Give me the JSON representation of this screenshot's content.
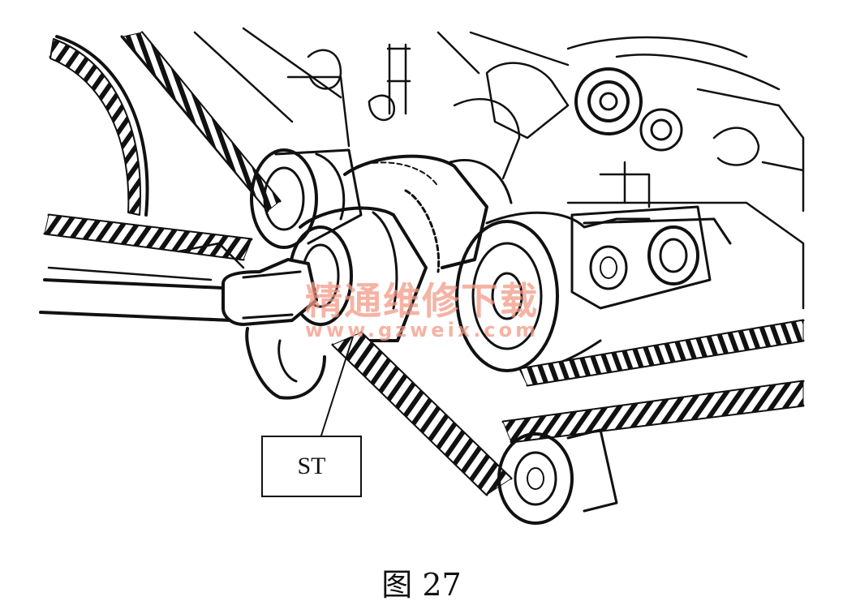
{
  "figure": {
    "callout_label": "ST",
    "caption": "图 27"
  },
  "watermark": {
    "text": "精通维修下载",
    "url": "www.gzweix.com",
    "color": "#f29a86"
  },
  "colors": {
    "line": "#111111",
    "background": "#ffffff"
  }
}
